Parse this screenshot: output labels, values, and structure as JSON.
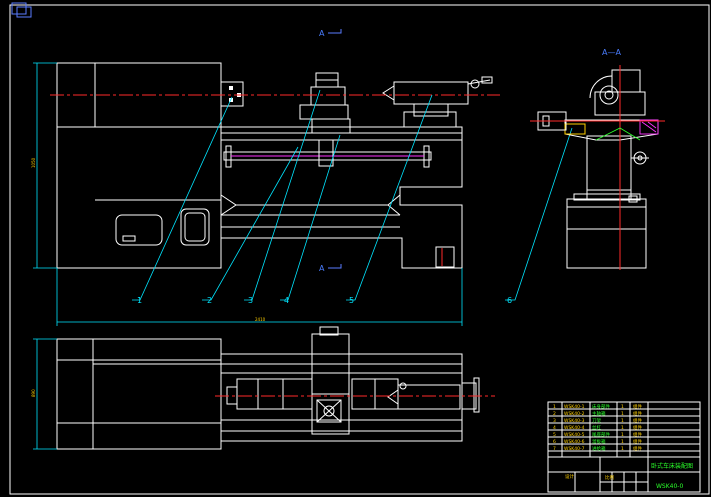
{
  "section_labels": {
    "top_cut": "A",
    "bottom_cut": "A",
    "section_view": "A—A"
  },
  "part_labels": [
    "1",
    "2",
    "3",
    "4",
    "5",
    "6"
  ],
  "dimensions": {
    "overall_length": "2410",
    "front_height": "1050",
    "plan_width": "890"
  },
  "title_block": {
    "drawing_number": "WSK40-0",
    "title": "卧式车床装配图",
    "rows": [
      {
        "code": "WSK40-1",
        "name": "床身部件",
        "qty": "1",
        "note": "组件"
      },
      {
        "code": "WSK40-2",
        "name": "主轴箱",
        "qty": "1",
        "note": "组件"
      },
      {
        "code": "WSK40-3",
        "name": "刀架",
        "qty": "1",
        "note": "组件"
      },
      {
        "code": "WSK40-4",
        "name": "丝杠",
        "qty": "1",
        "note": "组件"
      },
      {
        "code": "WSK40-5",
        "name": "尾座部件",
        "qty": "1",
        "note": "组件"
      },
      {
        "code": "WSK40-6",
        "name": "溜板箱",
        "qty": "1",
        "note": "组件"
      },
      {
        "code": "WSK40-7",
        "name": "进给箱",
        "qty": "1",
        "note": "组件"
      }
    ],
    "footer_left": "设计",
    "footer_right": "比例"
  }
}
